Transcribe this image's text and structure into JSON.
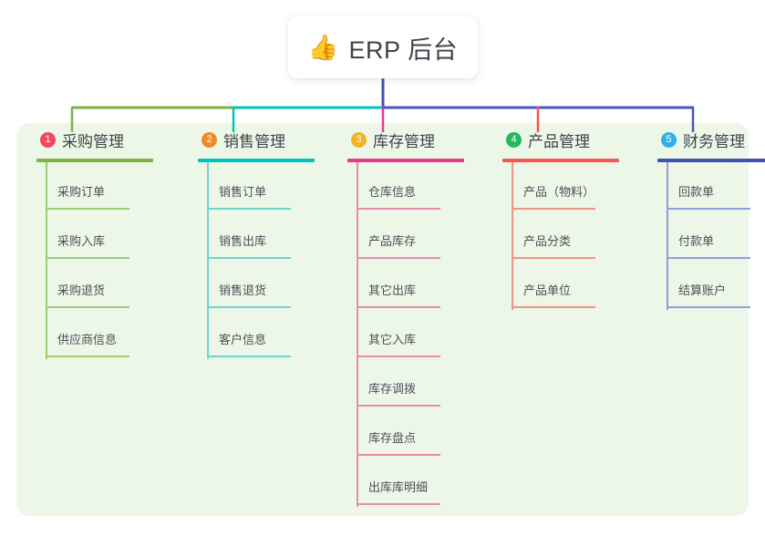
{
  "root": {
    "icon": "thumbs-up-icon",
    "emoji": "👍",
    "title": "ERP 后台"
  },
  "canvas": {
    "background": "#edf7e8"
  },
  "connector_colors": {
    "trunk": "#3f51b5",
    "bus_green": "#7cb342",
    "bus_teal": "#00c4bc",
    "bus_blue": "#4a56c0"
  },
  "columns": [
    {
      "index": "1",
      "label": "采购管理",
      "badge_color": "#f4475f",
      "rule_color": "#7cb342",
      "line_color": "#9ccc77",
      "children": [
        {
          "label": "采购订单"
        },
        {
          "label": "采购入库"
        },
        {
          "label": "采购退货"
        },
        {
          "label": "供应商信息"
        }
      ]
    },
    {
      "index": "2",
      "label": "销售管理",
      "badge_color": "#f08a2a",
      "rule_color": "#00c4bc",
      "line_color": "#6fd4cf",
      "children": [
        {
          "label": "销售订单"
        },
        {
          "label": "销售出库"
        },
        {
          "label": "销售退货"
        },
        {
          "label": "客户信息"
        }
      ]
    },
    {
      "index": "3",
      "label": "库存管理",
      "badge_color": "#f5b324",
      "rule_color": "#e8388f",
      "line_color": "#e58bb4",
      "children": [
        {
          "label": "仓库信息"
        },
        {
          "label": "产品库存"
        },
        {
          "label": "其它出库"
        },
        {
          "label": "其它入库"
        },
        {
          "label": "库存调拨"
        },
        {
          "label": "库存盘点"
        },
        {
          "label": "出库库明细"
        }
      ]
    },
    {
      "index": "4",
      "label": "产品管理",
      "badge_color": "#22bb5b",
      "rule_color": "#f8554c",
      "line_color": "#f29089",
      "children": [
        {
          "label": "产品（物料）"
        },
        {
          "label": "产品分类"
        },
        {
          "label": "产品单位"
        }
      ]
    },
    {
      "index": "5",
      "label": "财务管理",
      "badge_color": "#31b0e8",
      "rule_color": "#3f51b5",
      "line_color": "#8e9ede",
      "children": [
        {
          "label": "回款单"
        },
        {
          "label": "付款单"
        },
        {
          "label": "结算账户"
        }
      ]
    }
  ]
}
